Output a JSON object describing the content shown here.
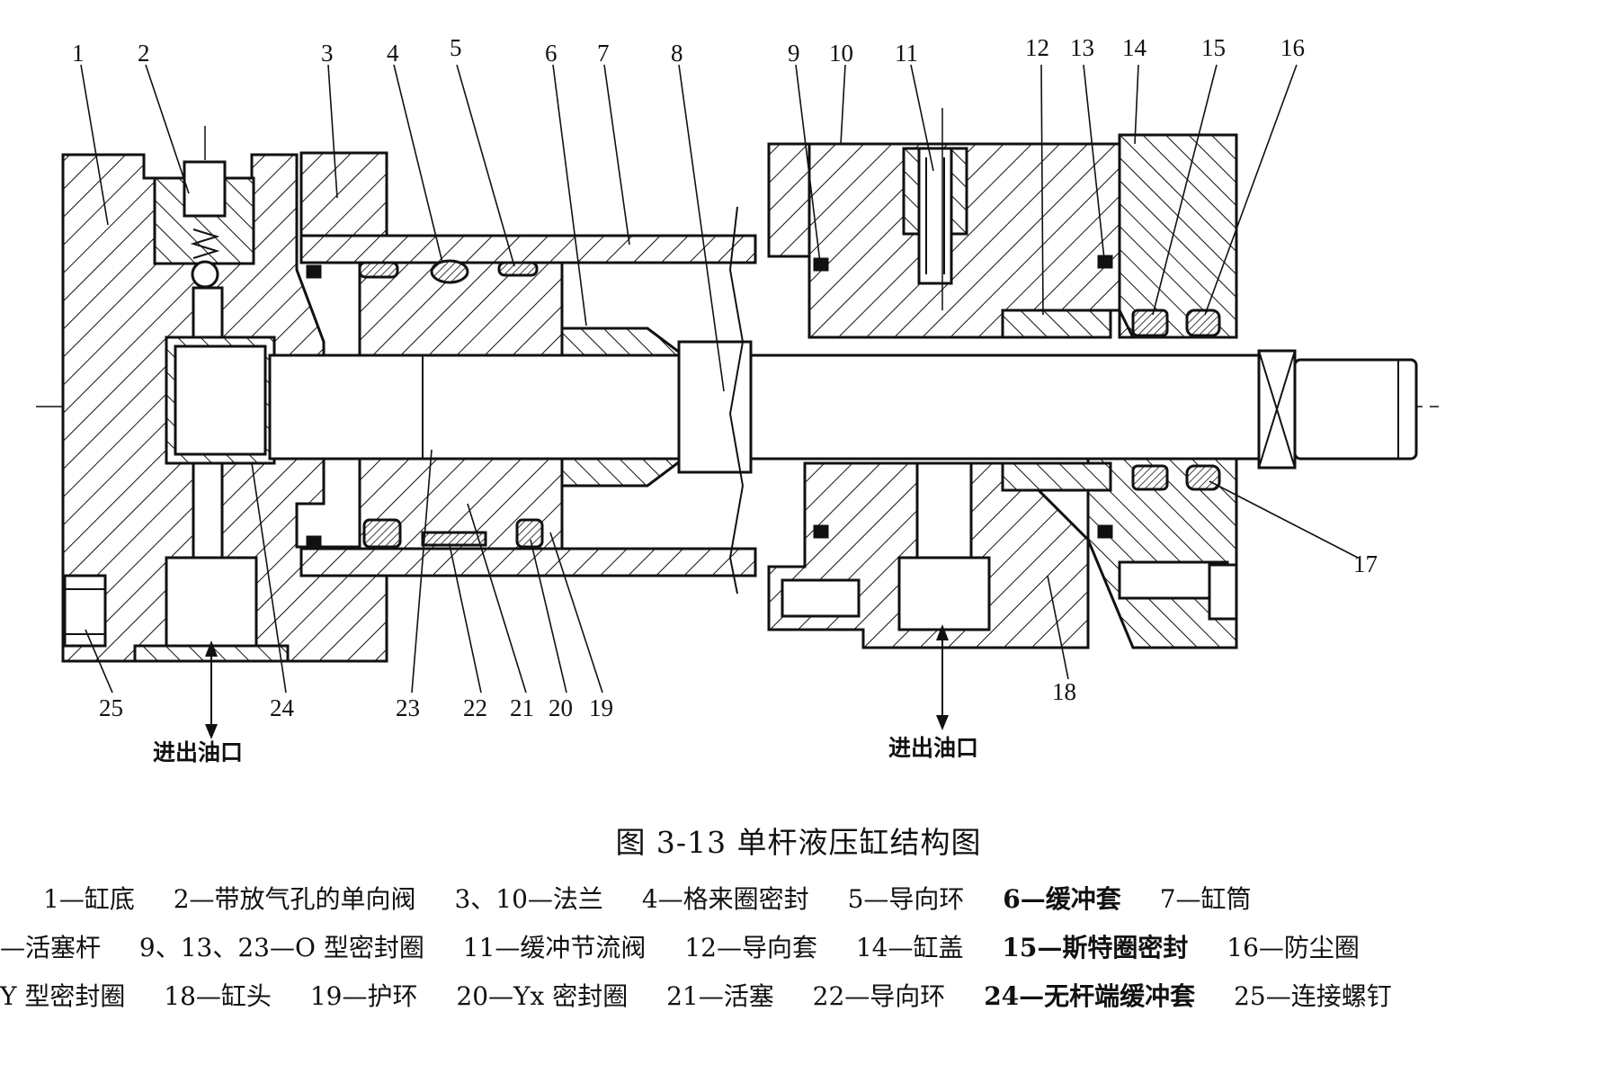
{
  "callouts": [
    "1",
    "2",
    "3",
    "4",
    "5",
    "6",
    "7",
    "8",
    "9",
    "10",
    "11",
    "12",
    "13",
    "14",
    "15",
    "16",
    "17",
    "18",
    "19",
    "20",
    "21",
    "22",
    "23",
    "24",
    "25"
  ],
  "ports": {
    "left": "进出油口",
    "right": "进出油口"
  },
  "caption": "图 3-13    单杆液压缸结构图",
  "legend": {
    "line1": [
      "1—缸底",
      "2—带放气孔的单向阀",
      "3、10—法兰",
      "4—格来圈密封",
      "5—导向环",
      "6—缓冲套",
      "7—缸筒"
    ],
    "line2": [
      "—活塞杆",
      "9、13、23—O 型密封圈",
      "11—缓冲节流阀",
      "12—导向套",
      "14—缸盖",
      "15—斯特圈密封",
      "16—防尘圈"
    ],
    "line3": [
      "Y 型密封圈",
      "18—缸头",
      "19—护环",
      "20—Yx 密封圈",
      "21—活塞",
      "22—导向环",
      "24—无杆端缓冲套",
      "25—连接螺钉"
    ]
  },
  "colors": {
    "ink": "#111111",
    "paper": "#ffffff"
  }
}
